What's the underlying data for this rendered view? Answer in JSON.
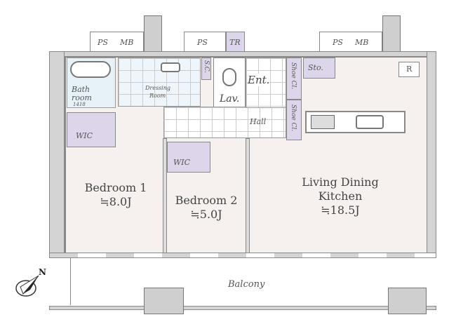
{
  "rooms": {
    "bedroom1": {
      "name": "Bedroom 1",
      "size": "≒8.0J"
    },
    "bedroom2": {
      "name": "Bedroom 2",
      "size": "≒5.0J"
    },
    "ldk": {
      "name_line1": "Living Dining",
      "name_line2": "Kitchen",
      "size": "≒18.5J"
    },
    "bathroom": {
      "name_line1": "Bath",
      "name_line2": "room",
      "size": "1418"
    },
    "dressing": {
      "name_line1": "Dressing",
      "name_line2": "Room"
    },
    "lav": "Lav.",
    "ent": "Ent.",
    "hall": "Hall",
    "balcony": "Balcony",
    "wic1": "WIC",
    "wic2": "WIC",
    "sto": "Sto.",
    "r": "R",
    "sc": "S.C.",
    "shoe1": "Shoe Cl.",
    "shoe2": "Shoe Cl."
  },
  "utility": {
    "ps1": "PS",
    "mb1": "MB",
    "ps2": "PS",
    "tr": "TR",
    "ps3": "PS",
    "mb2": "MB"
  },
  "compass": "N",
  "colors": {
    "storage": "#ddd6ea",
    "wet": "#e6f1f8",
    "floor": "#f6f1ef"
  }
}
